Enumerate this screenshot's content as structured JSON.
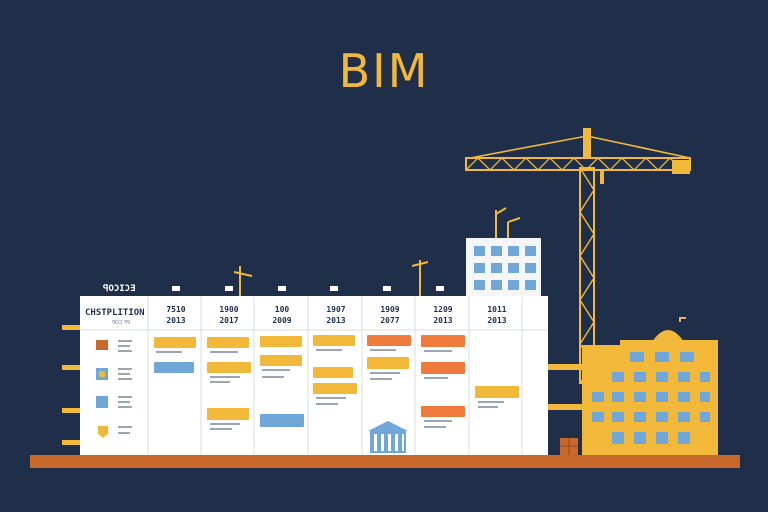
{
  "title": "BIM",
  "board": {
    "label": "ꟼOƆIƆƎ",
    "sheet_title": "CHSTPLITION",
    "sheet_subtitle": "ꟼOƆ ꟻꟼ",
    "columns": [
      {
        "top": "7510",
        "bottom": "2013"
      },
      {
        "top": "1900",
        "bottom": "2017"
      },
      {
        "top": "100",
        "bottom": "2009"
      },
      {
        "top": "1907",
        "bottom": "2013"
      },
      {
        "top": "1909",
        "bottom": "2077"
      },
      {
        "top": "1209",
        "bottom": "2013"
      },
      {
        "top": "1011",
        "bottom": "2013"
      }
    ]
  },
  "colors": {
    "background": "#1f2f4a",
    "accent_yellow": "#f2b83a",
    "task_orange": "#f07a3c",
    "task_blue": "#6fa8d8",
    "ground": "#c8682a",
    "sheet": "#ffffff"
  },
  "icons": [
    "crane-icon",
    "building-icon",
    "museum-icon",
    "crate-icon",
    "antenna-icon"
  ]
}
